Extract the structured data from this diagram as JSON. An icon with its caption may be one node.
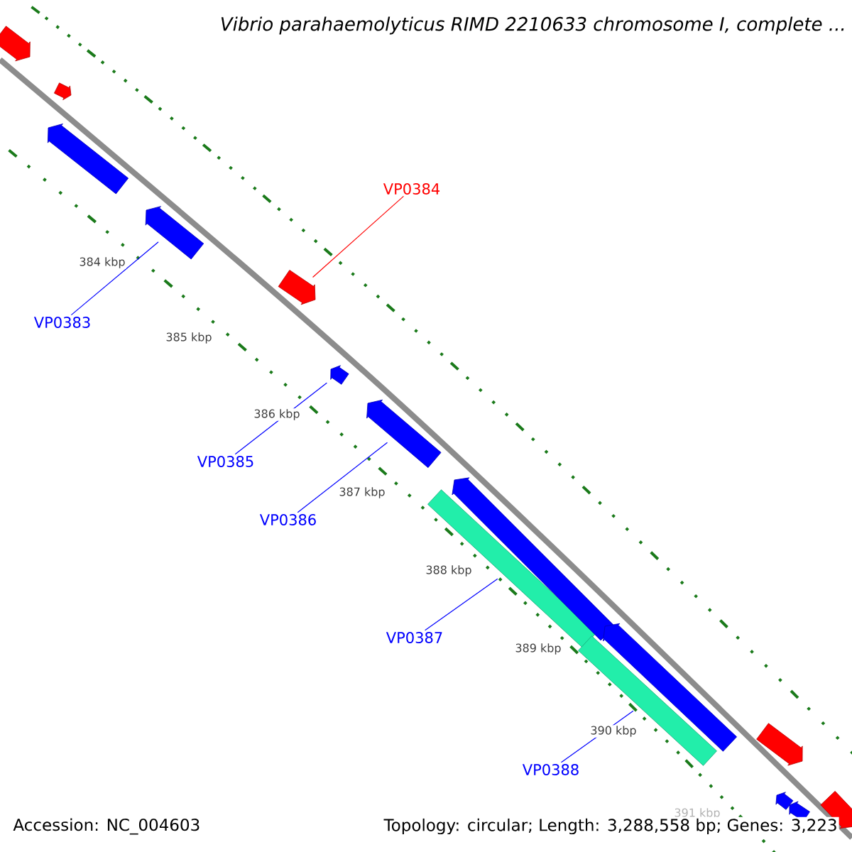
{
  "diagram": {
    "title": "Vibrio parahaemolyticus RIMD 2210633 chromosome I, complete ...",
    "nodes": [
      {
        "text": [
          "VP0384"
        ]
      },
      {
        "text": [],
        "shape": "arrow"
      },
      {
        "text": [
          "VP0383"
        ]
      },
      {
        "text": [],
        "shape": "arrow"
      },
      {
        "text": [
          "VP0385"
        ]
      },
      {
        "text": [],
        "shape": "arrow"
      },
      {
        "text": [
          "VP0386"
        ]
      },
      {
        "text": [],
        "shape": "arrow"
      },
      {
        "text": [
          "VP0387"
        ]
      },
      {
        "text": [],
        "shape": "bar"
      },
      {
        "text": [
          "VP0388"
        ]
      },
      {
        "text": [],
        "shape": "bar"
      },
      {
        "text": [],
        "shape": "arrow"
      },
      {
        "text": [],
        "shape": "arrow"
      },
      {
        "text": [],
        "shape": "arrow"
      },
      {
        "text": [],
        "shape": "arrow"
      },
      {
        "text": [],
        "shape": "arrow"
      },
      {
        "text": [],
        "shape": "arrow"
      },
      {
        "text": [],
        "shape": "arrow"
      },
      {
        "text": [],
        "shape": "arrow"
      },
      {
        "text": [],
        "shape": "arrow"
      }
    ],
    "edges": [
      {
        "from": 0,
        "to": 1,
        "arrow": "none",
        "color": "#ff0000"
      },
      {
        "from": 2,
        "to": 3,
        "arrow": "none"
      },
      {
        "from": 4,
        "to": 5,
        "arrow": "none"
      },
      {
        "from": 6,
        "to": 7,
        "arrow": "none"
      },
      {
        "from": 8,
        "to": 9,
        "arrow": "none"
      },
      {
        "from": 10,
        "to": 11,
        "arrow": "none"
      }
    ],
    "labels": [
      "384 kbp",
      "385 kbp",
      "386 kbp",
      "387 kbp",
      "388 kbp",
      "389 kbp",
      "390 kbp",
      "391 kbp",
      "Accession: NC_004603",
      "Topology: circular; Length: 3,288,558 bp; Genes: 3,223"
    ]
  }
}
